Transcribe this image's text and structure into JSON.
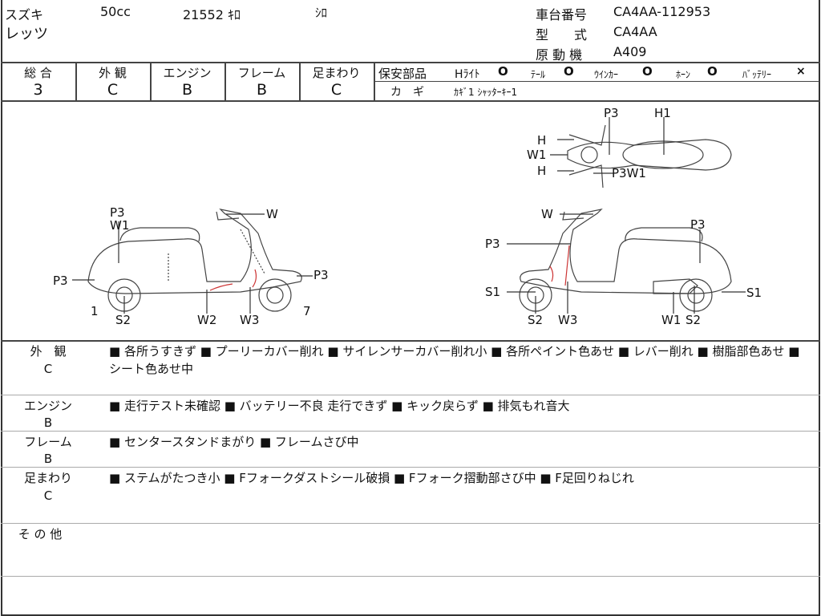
{
  "header": {
    "maker": "スズキ",
    "displacement": "50cc",
    "mileage": "21552 ｷﾛ",
    "color": "ｼﾛ",
    "model_name": "レッツ",
    "frame_no_label": "車台番号",
    "frame_no": "CA4AA-112953",
    "type_label": "型　　式",
    "type": "CA4AA",
    "engine_label": "原 動 機",
    "engine": "A409"
  },
  "grades": [
    {
      "label": "総 合",
      "value": "3"
    },
    {
      "label": "外 観",
      "value": "C"
    },
    {
      "label": "エンジン",
      "value": "B"
    },
    {
      "label": "フレーム",
      "value": "B"
    },
    {
      "label": "足まわり",
      "value": "C"
    }
  ],
  "safety": {
    "label": "保安部品",
    "items": [
      {
        "name": "Hﾗｲﾄ",
        "mark": "O"
      },
      {
        "name": "ﾃｰﾙ",
        "mark": "O"
      },
      {
        "name": "ｳｲﾝｶｰ",
        "mark": "O"
      },
      {
        "name": "ﾎｰﾝ",
        "mark": "O"
      },
      {
        "name": "ﾊﾞｯﾃﾘｰ",
        "mark": "×"
      }
    ],
    "key_label": "カ　ギ",
    "key_value": "ｶｷﾞ1 ｼｬｯﾀｰｷｰ1"
  },
  "diagram": {
    "top": [
      "P3",
      "H1",
      "H",
      "W1",
      "H",
      "P3W1"
    ],
    "left": [
      "P3",
      "W1",
      "W",
      "P3",
      "P3",
      "1",
      "S2",
      "W2",
      "W3",
      "7"
    ],
    "right": [
      "W",
      "P3",
      "P3",
      "S1",
      "S2",
      "W3",
      "W1",
      "S2",
      "S1"
    ]
  },
  "notes": [
    {
      "category": "外　観",
      "grade": "C",
      "text": "■ 各所うすきず ■ プーリーカバー削れ ■ サイレンサーカバー削れ小 ■ 各所ペイント色あせ ■ レバー削れ ■ 樹脂部色あせ ■ シート色あせ中"
    },
    {
      "category": "エンジン",
      "grade": "B",
      "text": "■ 走行テスト未確認 ■ バッテリー不良 走行できず ■ キック戻らず ■ 排気もれ音大"
    },
    {
      "category": "フレーム",
      "grade": "B",
      "text": "■ センタースタンドまがり ■ フレームさび中"
    },
    {
      "category": "足まわり",
      "grade": "C",
      "text": "■ ステムがたつき小 ■ Fフォークダストシール破損 ■ Fフォーク摺動部さび中 ■ F足回りねじれ"
    },
    {
      "category": "そ の 他",
      "grade": "",
      "text": ""
    }
  ]
}
